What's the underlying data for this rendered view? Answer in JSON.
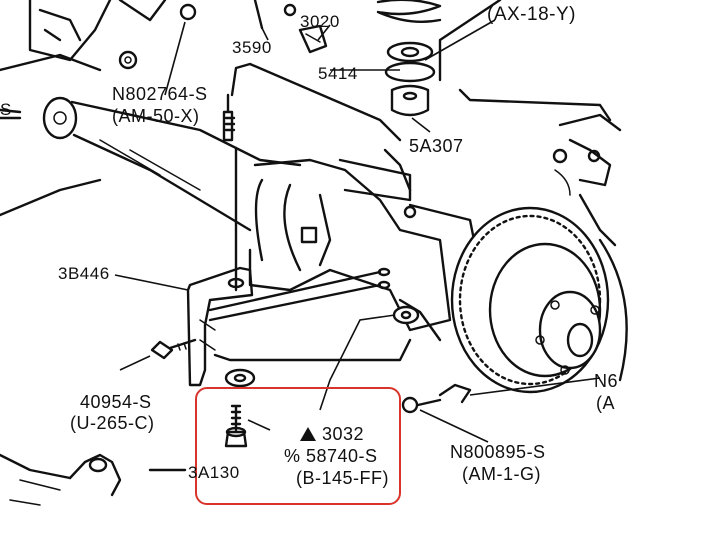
{
  "labels": {
    "ax18y": "(AX-18-Y)",
    "p3020": "3020",
    "p3590": "3590",
    "p5414": "5414",
    "n802764s": "N802764-S",
    "am50x": "(AM-50-X)",
    "p5a307": "5A307",
    "s_left": "S",
    "p3b446": "3B446",
    "p40954s": "40954-S",
    "u265c": "(U-265-C)",
    "p3032": "3032",
    "p58740s": "% 58740-S",
    "b145ff": "(B-145-FF)",
    "p3a130": "3A130",
    "n800895s": "N800895-S",
    "am1g": "(AM-1-G)",
    "n6_partial": "N6",
    "a_partial": "(A"
  },
  "colors": {
    "ink": "#111111",
    "paper": "#ffffff",
    "highlight": "#d9342b"
  }
}
